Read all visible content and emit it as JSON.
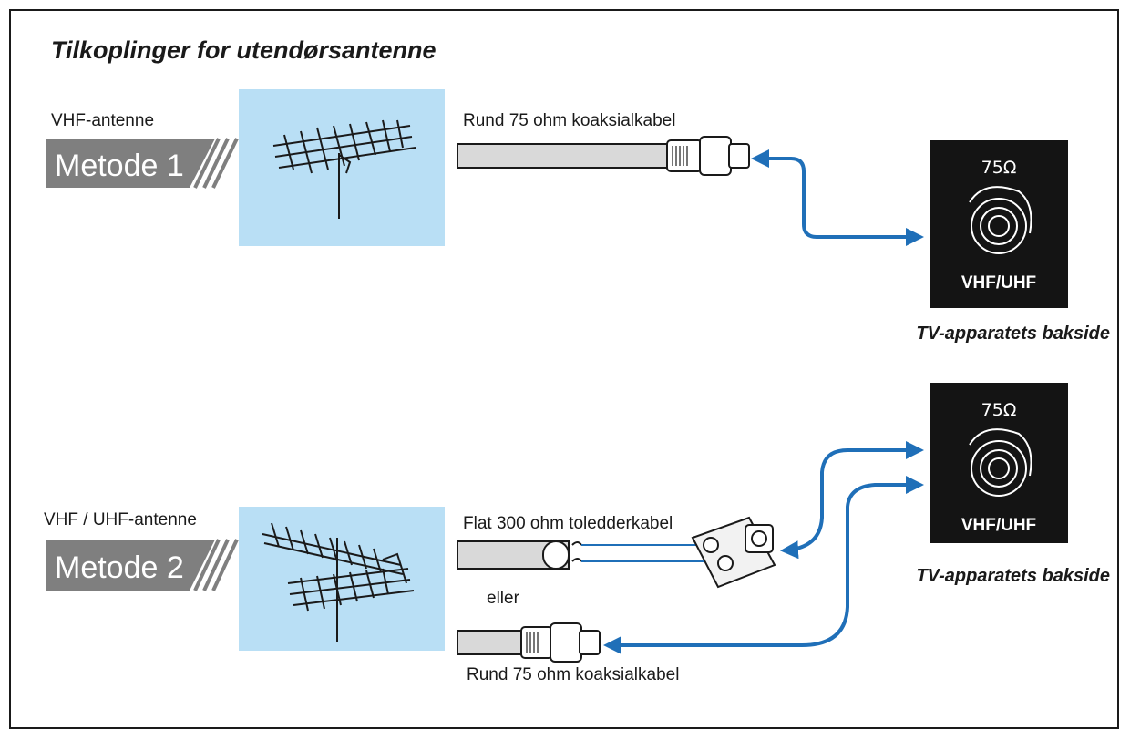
{
  "title": "Tilkoplinger for utendørsantenne",
  "method1": {
    "antenna_label": "VHF-antenne",
    "badge": "Metode 1",
    "cable_label": "Rund 75 ohm koaksialkabel",
    "panel": {
      "impedance": "75Ω",
      "port_label": "VHF/UHF"
    },
    "caption": "TV-apparatets bakside"
  },
  "method2": {
    "antenna_label": "VHF / UHF-antenne",
    "badge": "Metode 2",
    "flat_cable_label": "Flat 300 ohm toledderkabel",
    "or_label": "eller",
    "coax_cable_label": "Rund 75 ohm koaksialkabel",
    "panel": {
      "impedance": "75Ω",
      "port_label": "VHF/UHF"
    },
    "caption": "TV-apparatets bakside"
  },
  "colors": {
    "antenna_bg": "#b9dff5",
    "badge": "#7f7f7f",
    "panel": "#141414",
    "arrow": "#1f6fb8",
    "cable": "#d9d9d9"
  }
}
